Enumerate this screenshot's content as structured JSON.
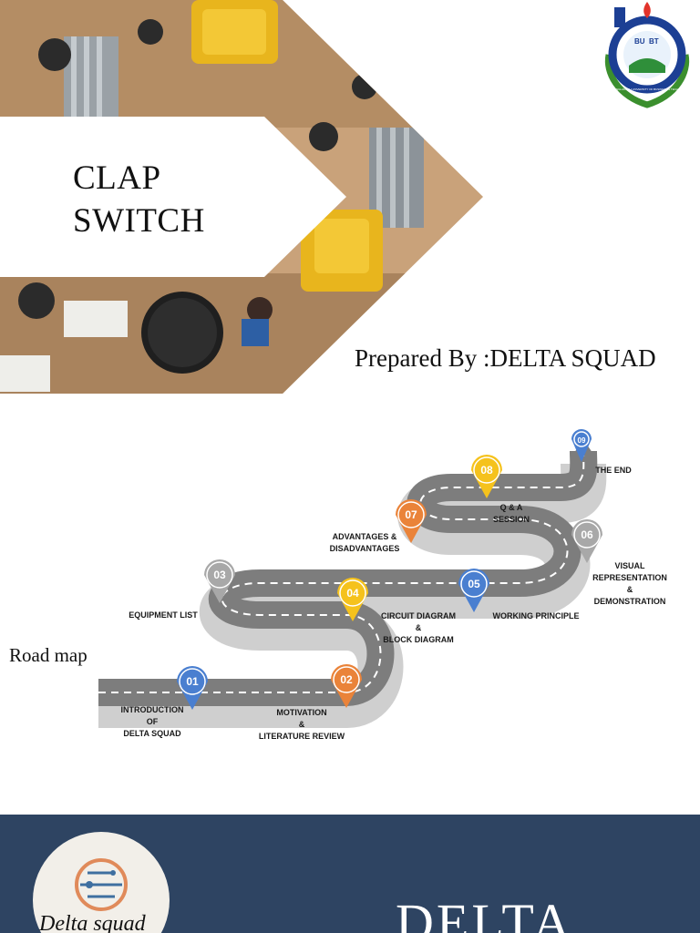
{
  "title": {
    "line1": "CLAP",
    "line2": "SWITCH"
  },
  "prepared_by": "Prepared By :DELTA SQUAD",
  "roadmap": {
    "heading": "Road map",
    "milestones": [
      {
        "num": "01",
        "label_lines": [
          "INTRODUCTION",
          "OF",
          "DELTA SQUAD"
        ],
        "color": "#4a7fd0"
      },
      {
        "num": "02",
        "label_lines": [
          "MOTIVATION",
          "&",
          "LITERATURE REVIEW"
        ],
        "color": "#ea8339"
      },
      {
        "num": "03",
        "label_lines": [
          "EQUIPMENT LIST"
        ],
        "color": "#a8a8a8"
      },
      {
        "num": "04",
        "label_lines": [
          "CIRCUIT DIAGRAM",
          "&",
          "BLOCK   DIAGRAM"
        ],
        "color": "#f5c21c"
      },
      {
        "num": "05",
        "label_lines": [
          "WORKING PRINCIPLE"
        ],
        "color": "#4a7fd0"
      },
      {
        "num": "06",
        "label_lines": [
          "VISUAL",
          "REPRESENTATION",
          "&",
          "DEMONSTRATION"
        ],
        "color": "#a8a8a8"
      },
      {
        "num": "07",
        "label_lines": [
          "ADVANTAGES &",
          "DISADVANTAGES"
        ],
        "color": "#ea8339"
      },
      {
        "num": "08",
        "label_lines": [
          "Q & A",
          "SESSION"
        ],
        "color": "#f5c21c"
      },
      {
        "num": "09",
        "label_lines": [
          "THE END"
        ],
        "color": "#4a7fd0"
      }
    ]
  },
  "logo": {
    "initials_left": "BU",
    "initials_right": "BT",
    "ring_text": "BANGLADESH UNIVERSITY OF BUSINESS & TECHNOLOGY"
  },
  "footer": {
    "team_logo_text": "Delta squad",
    "big_text": "DELTA"
  },
  "colors": {
    "footer_bg": "#2e4462",
    "road": "#7d7d7d",
    "road_edge": "#cfcfcf"
  }
}
